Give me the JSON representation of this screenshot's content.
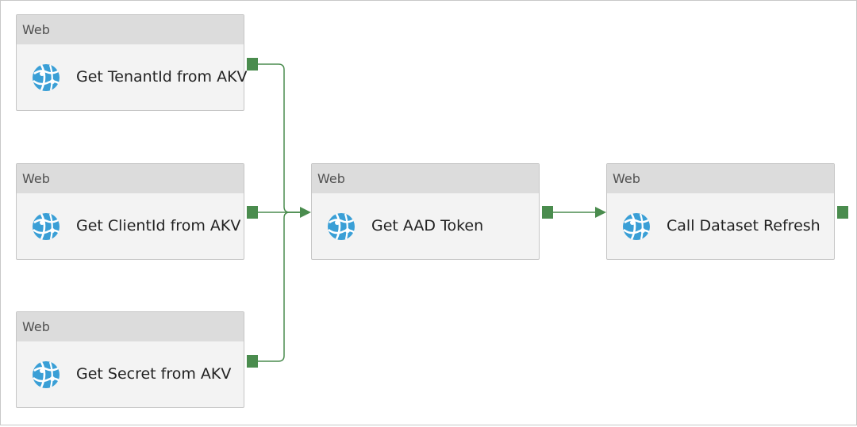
{
  "colors": {
    "connector": "#4a8c4e",
    "icon_blue": "#3a9fd6",
    "header_bg": "#dcdcdc",
    "body_bg": "#f3f3f3"
  },
  "activities": [
    {
      "type": "Web",
      "name": "Get TenantId from AKV",
      "icon": "web-globe-icon"
    },
    {
      "type": "Web",
      "name": "Get ClientId from AKV",
      "icon": "web-globe-icon"
    },
    {
      "type": "Web",
      "name": "Get Secret from AKV",
      "icon": "web-globe-icon"
    },
    {
      "type": "Web",
      "name": "Get AAD Token",
      "icon": "web-globe-icon"
    },
    {
      "type": "Web",
      "name": "Call Dataset Refresh",
      "icon": "web-globe-icon"
    }
  ]
}
